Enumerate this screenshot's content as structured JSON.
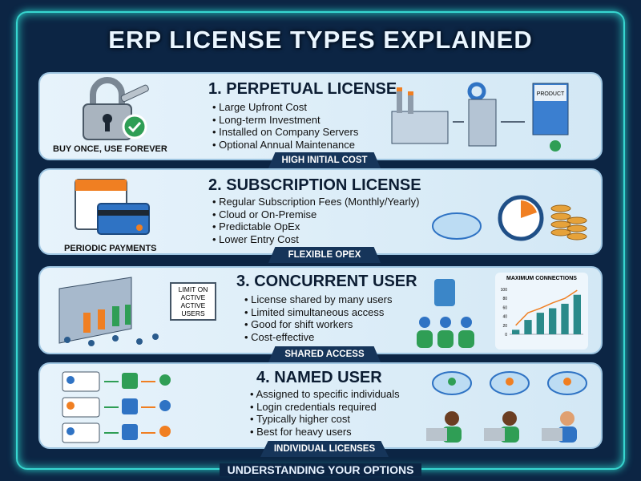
{
  "title": "ERP LICENSE TYPES EXPLAINED",
  "footer": "UNDERSTANDING YOUR OPTIONS",
  "colors": {
    "background": "#0c2544",
    "frame": "#37d6d0",
    "badge": "#16355a",
    "orange": "#f07f22",
    "green": "#2f9e55",
    "blue": "#2f73c4"
  },
  "sections": [
    {
      "title": "1. PERPETUAL LICENSE",
      "caption": "BUY ONCE, USE FOREVER",
      "badge": "HIGH INITIAL COST",
      "icon": "padlock-key-icon",
      "bullets": [
        "Large Upfront Cost",
        "Long-term Investment",
        "Installed on Company Servers",
        "Optional Annual Maintenance"
      ],
      "box_label": "PRODUCT"
    },
    {
      "title": "2. SUBSCRIPTION LICENSE",
      "caption": "PERIODIC PAYMENTS",
      "badge": "FLEXIBLE OPEX",
      "icon": "calendar-card-icon",
      "bullets": [
        "Regular Subscription Fees (Monthly/Yearly)",
        "Cloud or On-Premise",
        "Predictable OpEx",
        "Lower Entry Cost"
      ]
    },
    {
      "title": "3. CONCURRENT USER",
      "badge": "SHARED ACCESS",
      "icon": "building-crowd-icon",
      "sign": "LIMIT ON ACTIVE ACTIVE USERS",
      "bullets": [
        "License shared by many users",
        "Limited simultaneous access",
        "Good for shift workers",
        "Cost-effective"
      ]
    },
    {
      "title": "4. NAMED USER",
      "badge": "INDIVIDUAL LICENSES",
      "icon": "id-card-icon",
      "bullets": [
        "Assigned to specific individuals",
        "Login credentials required",
        "Typically higher cost",
        "Best for heavy users"
      ]
    }
  ],
  "chart_data": {
    "type": "bar",
    "title": "MAXIMUM CONNECTIONS",
    "yticks": [
      0,
      20,
      40,
      60,
      80,
      100
    ],
    "ylim": [
      0,
      100
    ],
    "values": [
      10,
      32,
      48,
      58,
      68,
      88
    ],
    "line": [
      20,
      48,
      58,
      70,
      80,
      98
    ]
  }
}
